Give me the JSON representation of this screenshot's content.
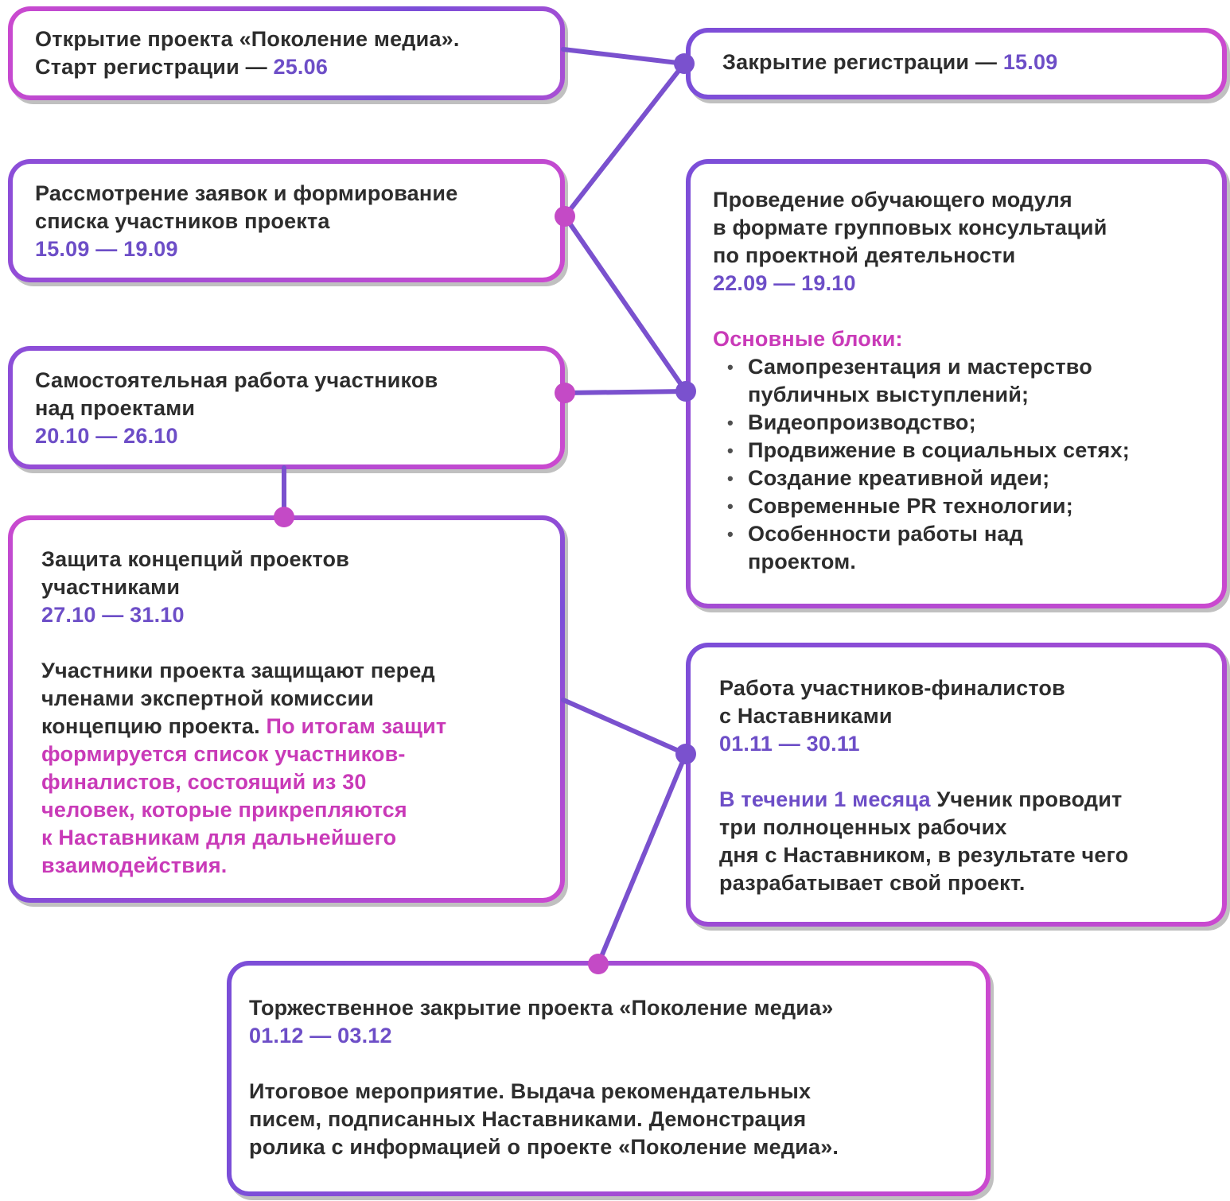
{
  "colors": {
    "accent_purple": "#6d4ec7",
    "accent_magenta": "#c93ab8",
    "text_dark": "#2d2d2d",
    "connector_line": "#7a51ce",
    "node_purple": "#7a51ce",
    "node_magenta": "#c44ac6"
  },
  "stages": {
    "opening": {
      "title": "Открытие проекта «Поколение медиа».",
      "subtitle_prefix": "Старт регистрации — ",
      "date": "25.06"
    },
    "registration_close": {
      "label_prefix": "Закрытие регистрации — ",
      "date": "15.09"
    },
    "applications": {
      "title": "Рассмотрение заявок и формирование\nсписка участников проекта",
      "date": "15.09 — 19.09"
    },
    "training": {
      "title": "Проведение обучающего модуля\nв формате групповых консультаций\nпо проектной деятельности",
      "date": "22.09 — 19.10",
      "blocks_heading": "Основные блоки:",
      "bullets": [
        "Самопрезентация и мастерство\nпубличных выступлений;",
        "Видеопроизводство;",
        "Продвижение в социальных сетях;",
        "Создание креативной идеи;",
        "Современные PR технологии;",
        "Особенности работы над\nпроектом."
      ]
    },
    "independent_work": {
      "title": "Самостоятельная работа участников\nнад проектами",
      "date": "20.10 — 26.10"
    },
    "defense": {
      "title": "Защита концепций проектов\nучастниками",
      "date": "27.10 — 31.10",
      "body_plain": "Участники проекта защищают перед\nчленами экспертной комиссии\nконцепцию проекта. ",
      "body_highlight": "По итогам защит\nформируется список участников-\nфиналистов, состоящий из 30\nчеловек, которые прикрепляются\nк Наставникам для дальнейшего\nвзаимодействия."
    },
    "mentors": {
      "title": "Работа участников-финалистов\nс Наставниками",
      "date": "01.11 — 30.11",
      "body_highlight": "В течении 1 месяца ",
      "body_plain": "Ученик проводит\nтри полноценных рабочих\nдня с Наставником, в результате чего\nразрабатывает свой проект."
    },
    "closing": {
      "title": "Торжественное закрытие проекта «Поколение медиа»",
      "date": "01.12 — 03.12",
      "body": "Итоговое мероприятие. Выдача рекомендательных\nписем, подписанных Наставниками. Демонстрация\nролика с информацией о проекте «Поколение медиа»."
    }
  }
}
